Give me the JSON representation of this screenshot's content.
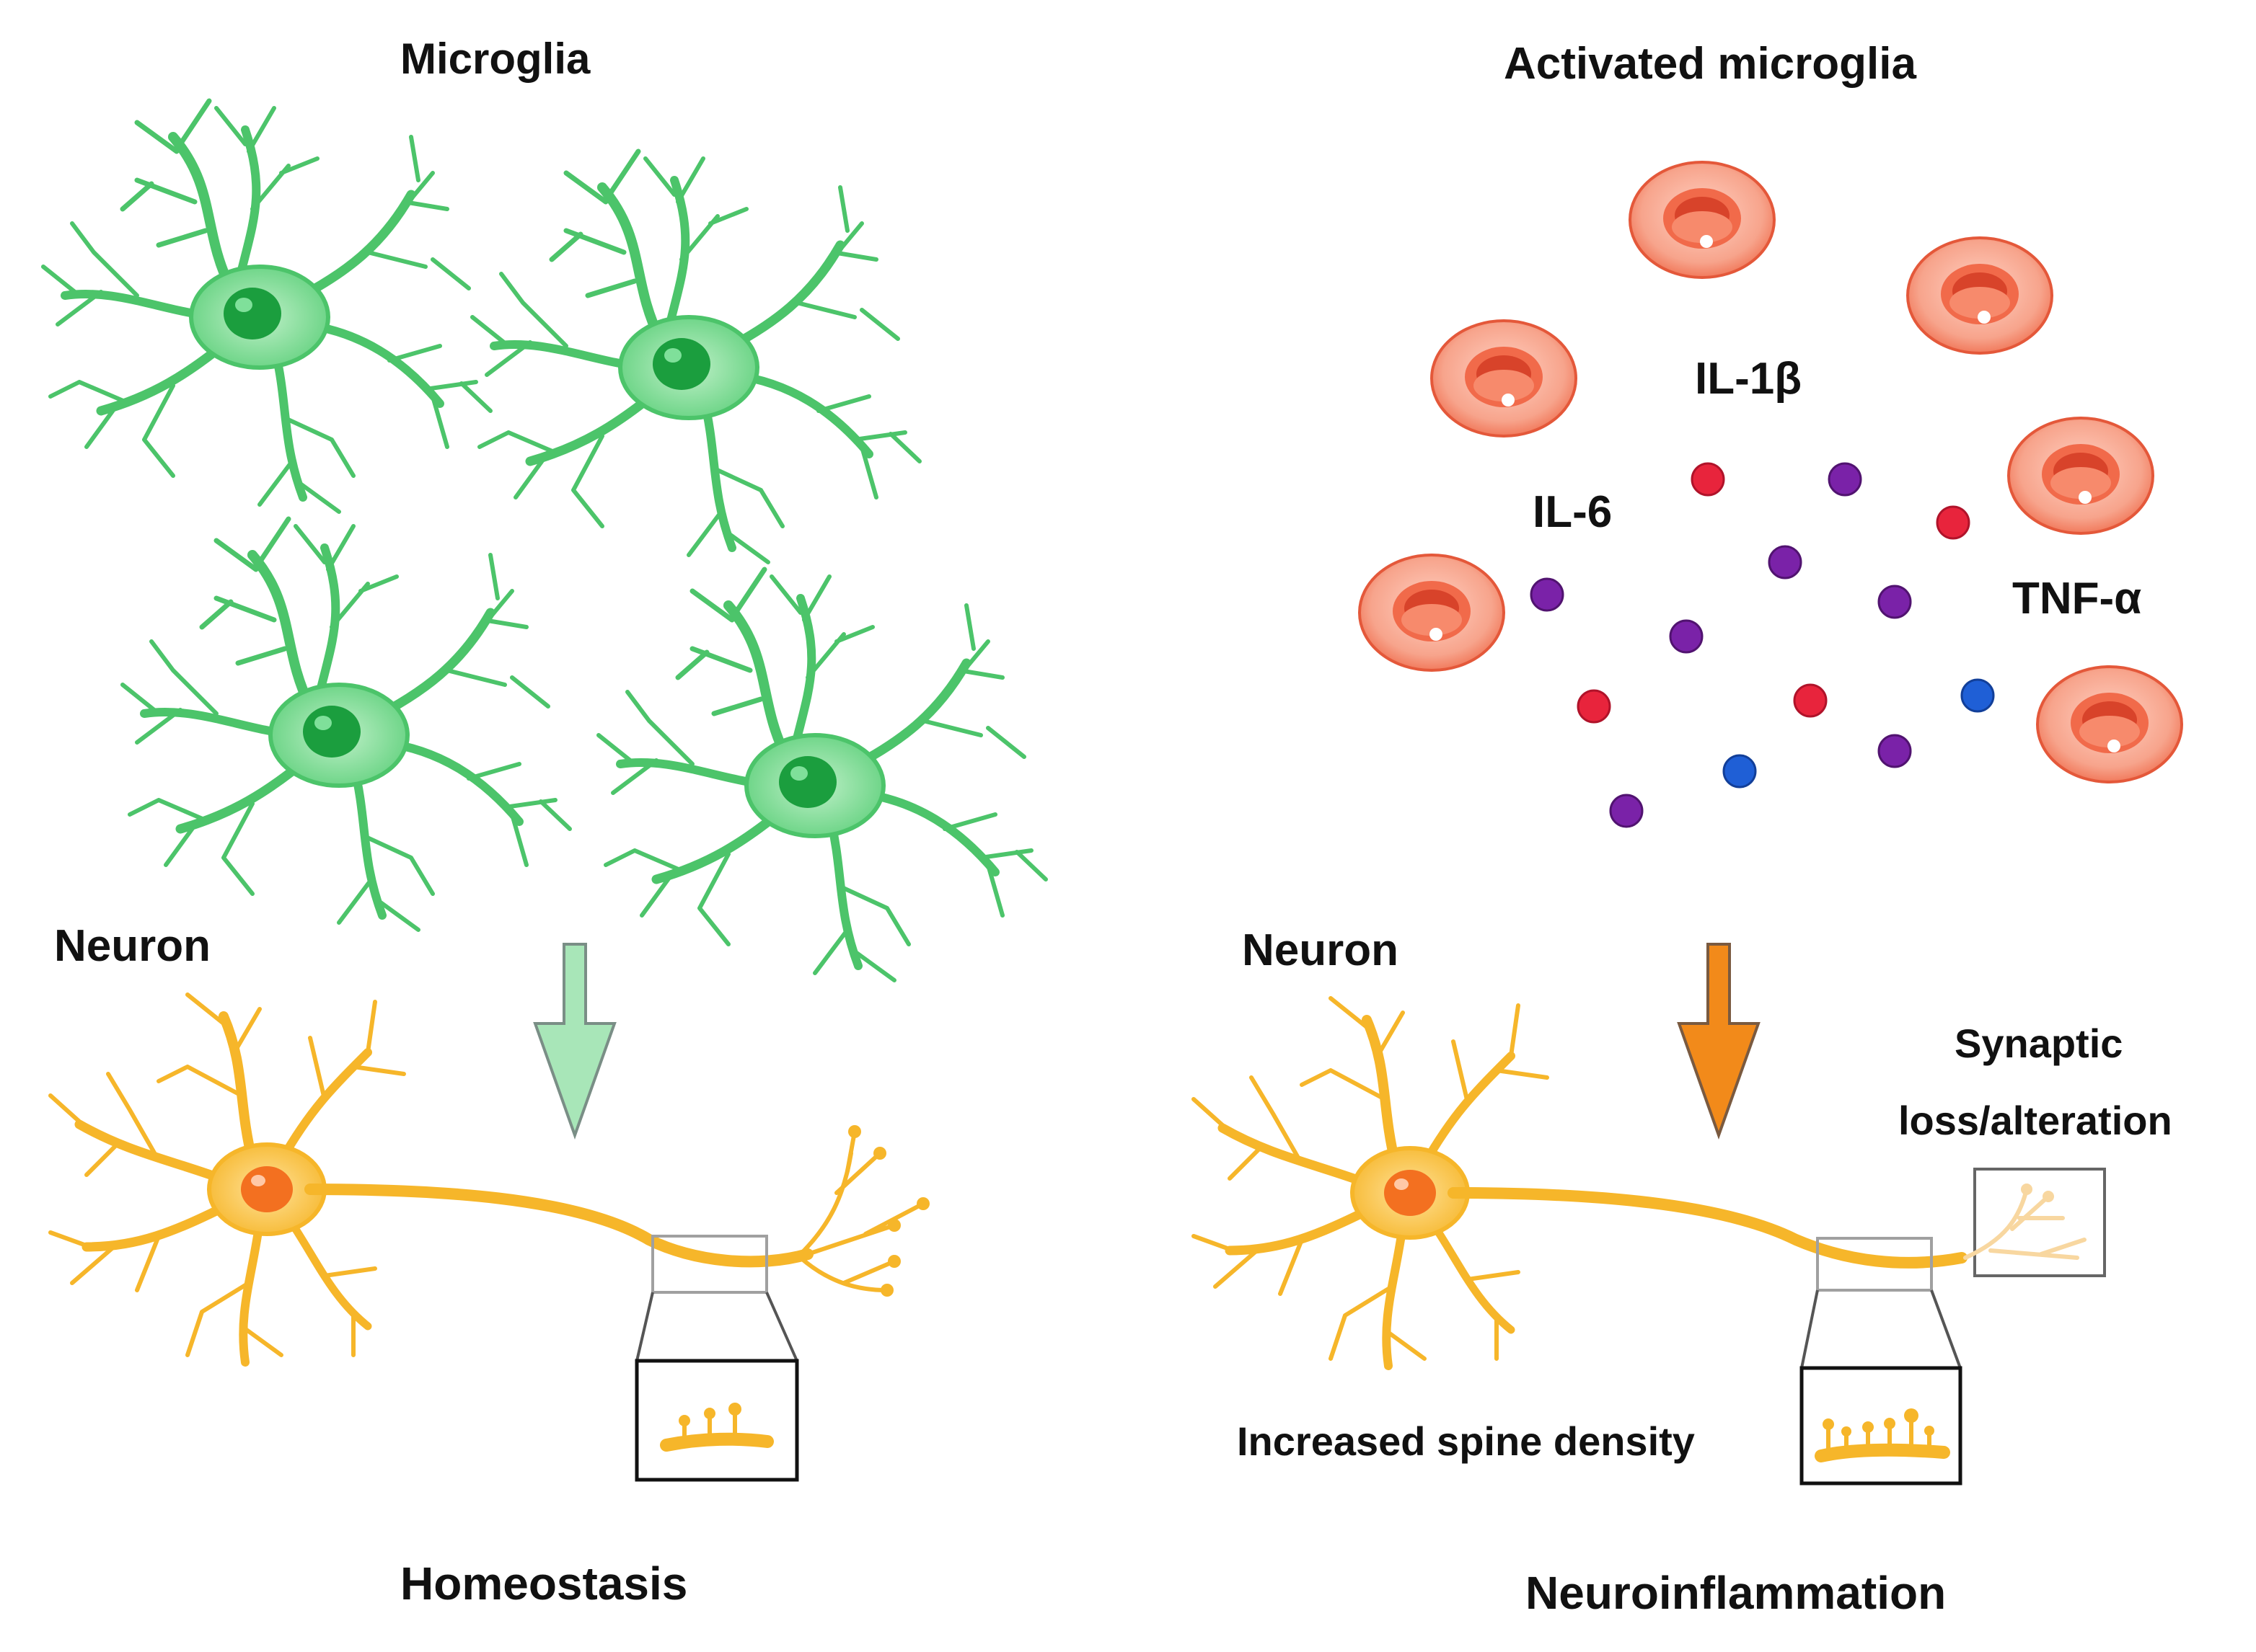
{
  "left_panel": {
    "title": "Microglia",
    "neuron_label": "Neuron",
    "footer": "Homeostasis",
    "arrow_color": "#a8e6b8",
    "microglia_color": "#4cc46a",
    "neuron_color": "#f6b62a"
  },
  "right_panel": {
    "title": "Activated microglia",
    "neuron_label": "Neuron",
    "footer": "Neuroinflammation",
    "arrow_color": "#f28a1a",
    "cytokines": {
      "il1b": "IL-1β",
      "il6": "IL-6",
      "tnfa": "TNF-α"
    },
    "synaptic_label_line1": "Synaptic",
    "synaptic_label_line2": "loss/alteration",
    "spine_label": "Increased spine density",
    "activated_cell_color": "#ef6a4a",
    "dot_colors": {
      "red": "#e8243c",
      "purple": "#7a22a8",
      "blue": "#1f5fd6"
    }
  }
}
